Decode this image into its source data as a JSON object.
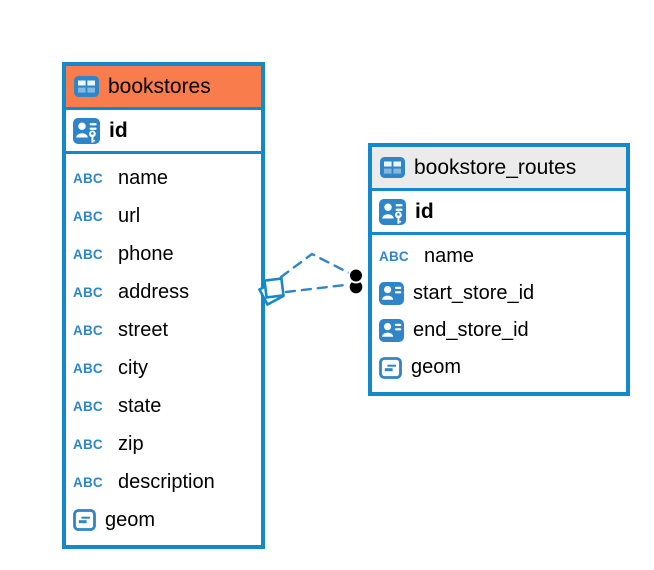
{
  "diagram": {
    "tables": [
      {
        "name": "bookstores",
        "icon": "table-icon",
        "header_color": "#f87c4c",
        "primary_key": {
          "label": "id",
          "icon": "primary-key-icon"
        },
        "columns": [
          {
            "label": "name",
            "icon": "text-type-icon"
          },
          {
            "label": "url",
            "icon": "text-type-icon"
          },
          {
            "label": "phone",
            "icon": "text-type-icon"
          },
          {
            "label": "address",
            "icon": "text-type-icon"
          },
          {
            "label": "street",
            "icon": "text-type-icon"
          },
          {
            "label": "city",
            "icon": "text-type-icon"
          },
          {
            "label": "state",
            "icon": "text-type-icon"
          },
          {
            "label": "zip",
            "icon": "text-type-icon"
          },
          {
            "label": "description",
            "icon": "text-type-icon"
          },
          {
            "label": "geom",
            "icon": "geometry-type-icon"
          }
        ]
      },
      {
        "name": "bookstore_routes",
        "icon": "table-icon",
        "header_color": "#ebebeb",
        "primary_key": {
          "label": "id",
          "icon": "primary-key-icon"
        },
        "columns": [
          {
            "label": "name",
            "icon": "text-type-icon"
          },
          {
            "label": "start_store_id",
            "icon": "reference-type-icon"
          },
          {
            "label": "end_store_id",
            "icon": "reference-type-icon"
          },
          {
            "label": "geom",
            "icon": "geometry-type-icon"
          }
        ]
      }
    ],
    "relations": [
      {
        "from": "bookstores",
        "to": "bookstore_routes",
        "line_style": "dashed",
        "from_symbol": "stacked-squares",
        "to_symbol": "filled-dot"
      },
      {
        "from": "bookstores",
        "to": "bookstore_routes",
        "line_style": "dashed",
        "from_symbol": "stacked-squares",
        "to_symbol": "filled-dot"
      }
    ],
    "icons": {
      "text_type_glyph": "ABC"
    },
    "colors": {
      "table_border": "#1389cb",
      "bookstores_header": "#f87c4c",
      "routes_header": "#ebebeb",
      "icon_blue": "#2e86c8",
      "relation_line": "#2e86c8",
      "relation_dot": "#000000",
      "text": "#000000",
      "canvas_background": "#ffffff"
    }
  }
}
